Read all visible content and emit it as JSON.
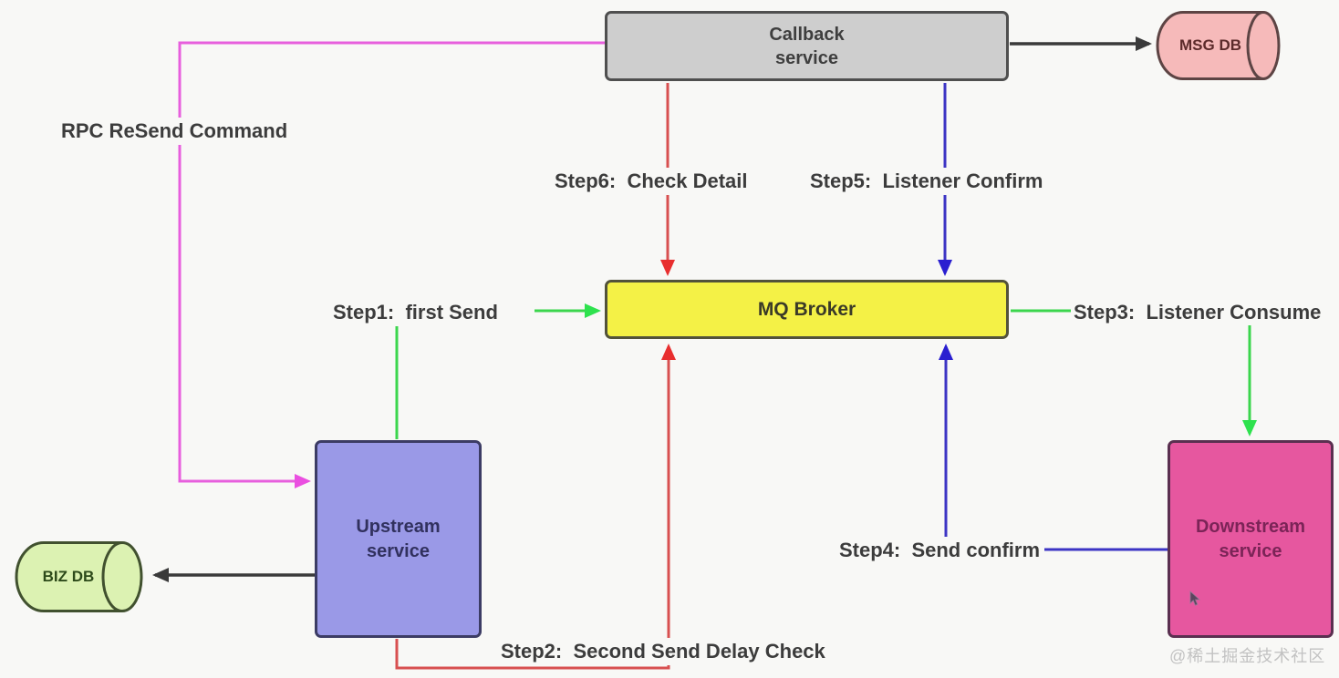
{
  "page": {
    "background": "#f8f8f6"
  },
  "nodes": {
    "callback_service": {
      "label": "Callback\nservice",
      "fill": "#cecece",
      "border": "#4f4f4f",
      "text_color": "#3e3e3e"
    },
    "msg_db": {
      "label": "MSG DB",
      "fill": "#f6baba",
      "border": "#5d4444",
      "text_color": "#5c2b2b"
    },
    "mq_broker": {
      "label": "MQ Broker",
      "fill": "#f4f146",
      "border": "#52523a",
      "text_color": "#3a3a28"
    },
    "upstream_service": {
      "label": "Upstream\nservice",
      "fill": "#9a99e7",
      "border": "#3c3c64",
      "text_color": "#31315e"
    },
    "downstream_service": {
      "label": "Downstream\nservice",
      "fill": "#e6579f",
      "border": "#5a3050",
      "text_color": "#7b2457"
    },
    "biz_db": {
      "label": "BIZ DB",
      "fill": "#dcf2b2",
      "border": "#41512f",
      "text_color": "#2d4a1a"
    }
  },
  "edge_labels": {
    "rpc_resend": "RPC ReSend Command",
    "step1": "Step1:  first Send",
    "step2": "Step2:  Second Send Delay Check",
    "step3": "Step3:  Listener Consume",
    "step4": "Step4:  Send confirm",
    "step5": "Step5:  Listener Confirm",
    "step6": "Step6:  Check Detail"
  },
  "colors": {
    "green": "#3bd64d",
    "green_arrow": "#2ee24e",
    "red": "#d85050",
    "red_arrow": "#e82e2e",
    "blue": "#3c34c4",
    "blue_arrow": "#2a1fd0",
    "magenta": "#e75fdd",
    "magenta_arrow": "#ea4fe0",
    "black": "#3a3a3a"
  },
  "watermark": "@稀土掘金技术社区"
}
